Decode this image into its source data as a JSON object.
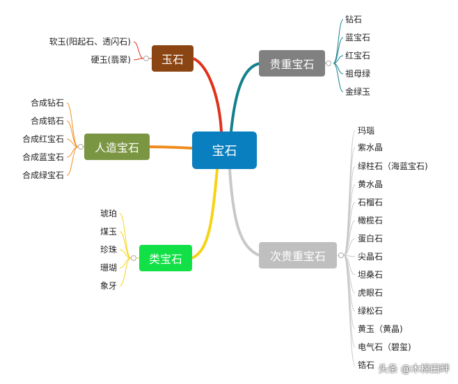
{
  "root": {
    "label": "宝石",
    "color": "#0a7fbf"
  },
  "branches": {
    "jade": {
      "label": "玉石",
      "color": "#8b4513",
      "line_color": "#e0311a",
      "items": [
        "软玉(阳起石、透闪石)",
        "硬玉(翡翠)"
      ]
    },
    "precious": {
      "label": "贵重宝石",
      "color": "#808080",
      "line_color": "#14808e",
      "items": [
        "钻石",
        "蓝宝石",
        "红宝石",
        "祖母绿",
        "金绿玉"
      ]
    },
    "synthetic": {
      "label": "人造宝石",
      "color": "#7b9642",
      "line_color": "#f08c1e",
      "items": [
        "合成钻石",
        "合成锆石",
        "合成红宝石",
        "合成蓝宝石",
        "合成绿宝石"
      ]
    },
    "organic": {
      "label": "类宝石",
      "color": "#11e046",
      "line_color": "#f5d316",
      "items": [
        "琥珀",
        "煤玉",
        "珍珠",
        "珊瑚",
        "象牙"
      ]
    },
    "semi_precious": {
      "label": "次贵重宝石",
      "color": "#bfbfbf",
      "line_color": "#c8c8c8",
      "items": [
        "玛瑙",
        "紫水晶",
        "绿柱石（海蓝宝石)",
        "黄水晶",
        "石榴石",
        "橄榄石",
        "蛋白石",
        "尖晶石",
        "坦桑石",
        "虎眼石",
        "绿松石",
        "黄玉（黄晶)",
        "电气石（碧玺)",
        "锆石"
      ]
    }
  },
  "watermark": "头条 @木棉田畔"
}
